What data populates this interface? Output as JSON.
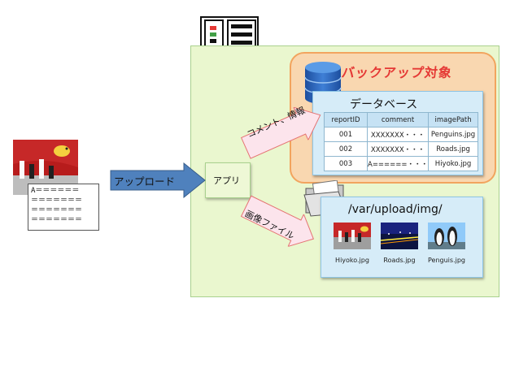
{
  "upload": {
    "label": "アップロード"
  },
  "app": {
    "label": "アプリ"
  },
  "backup": {
    "title": "バックアップ対象"
  },
  "database": {
    "title": "データベース",
    "columns": [
      "reportID",
      "comment",
      "imagePath"
    ],
    "rows": [
      [
        "001",
        "XXXXXXX・・・",
        "Penguins.jpg"
      ],
      [
        "002",
        "XXXXXXX・・・",
        "Roads.jpg"
      ],
      [
        "003",
        "A======・・・",
        "Hiyoko.jpg"
      ]
    ]
  },
  "arrows": {
    "comment_info": "コメント、情報",
    "image_file": "画像ファイル"
  },
  "directory": {
    "path": "/var/upload/img/",
    "files": [
      "Hiyoko.jpg",
      "Roads.jpg",
      "Penguis.jpg"
    ]
  },
  "document": {
    "lines": [
      "A＝＝＝＝＝＝",
      "＝＝＝＝＝＝＝",
      "＝＝＝＝＝＝＝",
      "＝＝＝＝＝＝＝"
    ]
  },
  "colors": {
    "system_bg": "#eaf7cf",
    "backup_bg": "#f9d7b0",
    "backup_title": "#e53935",
    "arrow_blue": "#4f81bd",
    "panel_blue": "#d6ecf8"
  },
  "icons": [
    "server-icon",
    "database-icon",
    "folder-icon",
    "photo-thumbnail"
  ]
}
